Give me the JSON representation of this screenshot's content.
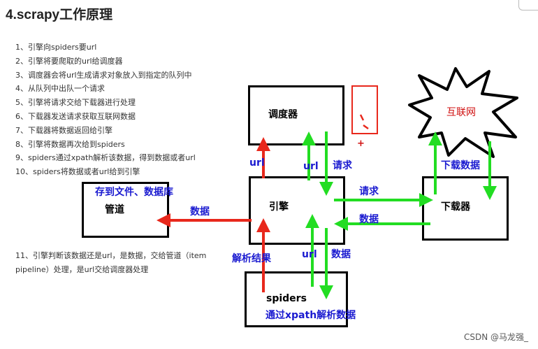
{
  "title": "4.scrapy工作原理",
  "steps": [
    "1、引擎向spiders要url",
    "2、引擎将要爬取的url给调度器",
    "3、调度器会将url生成请求对象放入到指定的队列中",
    "4、从队列中出队一个请求",
    "5、引擎将请求交给下载器进行处理",
    "6、下载器发送请求获取互联网数据",
    "7、下载器将数据返回给引擎",
    "8、引擎将数据再次给到spiders",
    "9、spiders通过xpath解析该数据，得到数据或者url",
    "10、spiders将数据或者url给到引擎"
  ],
  "step11": "11、引擎判断该数据还是url，是数据，交给管道（item pipeline）处理，是url交给调度器处理",
  "nodes": {
    "scheduler": "调度器",
    "engine": "引擎",
    "downloader": "下载器",
    "pipeline": "管道",
    "spiders": "spiders",
    "internet": "互联网"
  },
  "labels": {
    "store": "存到文件、数据库",
    "pipeline_data": "数据",
    "scheduler_url": "url",
    "scheduler_url2": "url",
    "scheduler_request": "请求",
    "engine_request": "请求",
    "engine_data": "数据",
    "download_data": "下载数据",
    "parse_result": "解析结果",
    "spiders_url": "url",
    "spiders_data": "数据",
    "spiders_xpath": "通过xpath解析数据",
    "plus": "+"
  },
  "watermark": "CSDN @马龙强_",
  "colors": {
    "red": "#e8281c",
    "green": "#22dd22",
    "blue": "#1a1ad0",
    "black": "#000000"
  }
}
